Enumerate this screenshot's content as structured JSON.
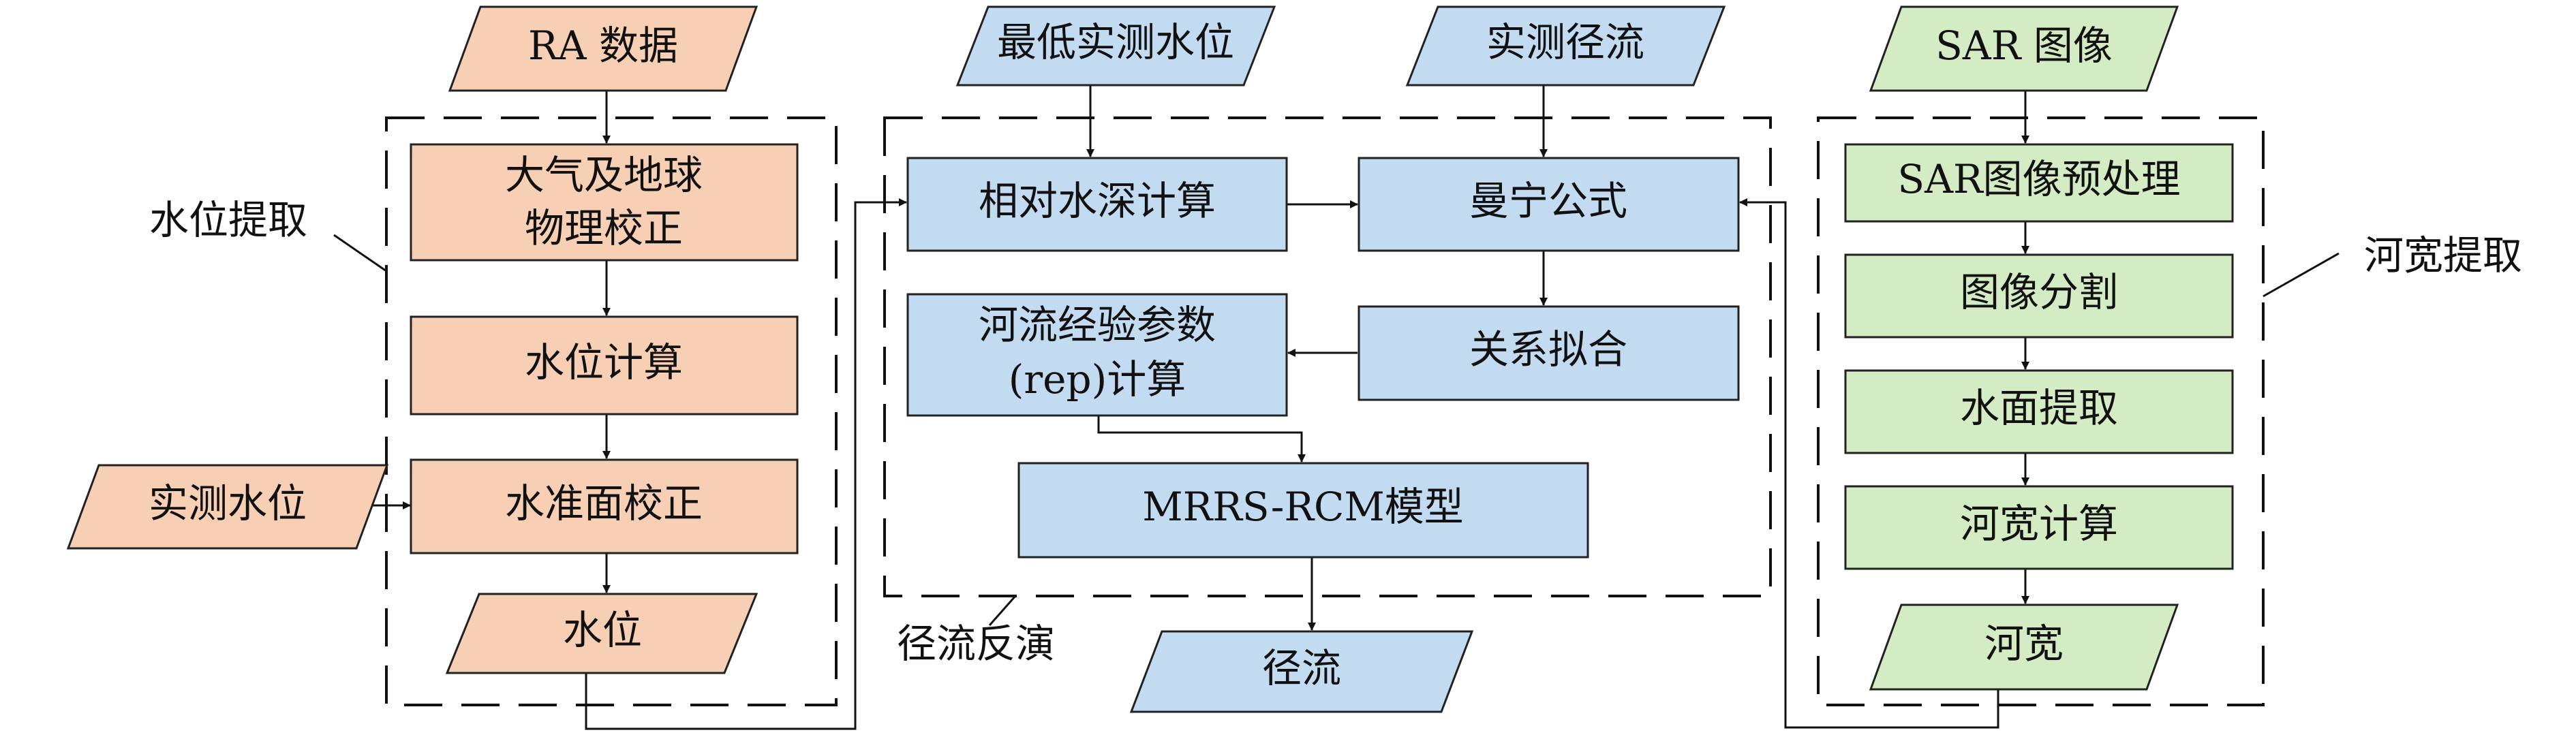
{
  "colors": {
    "orange": "#f7cfb5",
    "blue": "#c3dbf0",
    "green": "#d3ecc3",
    "stroke": "#222222"
  },
  "nodes": {
    "ra_data": "RA 数据",
    "atmos_line1": "大气及地球",
    "atmos_line2": "物理校正",
    "wl_calc": "水位计算",
    "datum_corr": "水准面校正",
    "measured_wl": "实测水位",
    "water_level": "水位",
    "min_wl": "最低实测水位",
    "measured_runoff": "实测径流",
    "rel_depth": "相对水深计算",
    "manning": "曼宁公式",
    "rep_line1": "河流经验参数",
    "rep_line2": "(rep)计算",
    "fitting": "关系拟合",
    "model": "MRRS-RCM模型",
    "runoff": "径流",
    "sar_image": "SAR 图像",
    "sar_pre": "SAR图像预处理",
    "img_seg": "图像分割",
    "water_ext": "水面提取",
    "width_calc": "河宽计算",
    "river_width": "河宽"
  },
  "groups": {
    "wl_extract": "水位提取",
    "runoff_inv": "径流反演",
    "width_extract": "河宽提取"
  }
}
